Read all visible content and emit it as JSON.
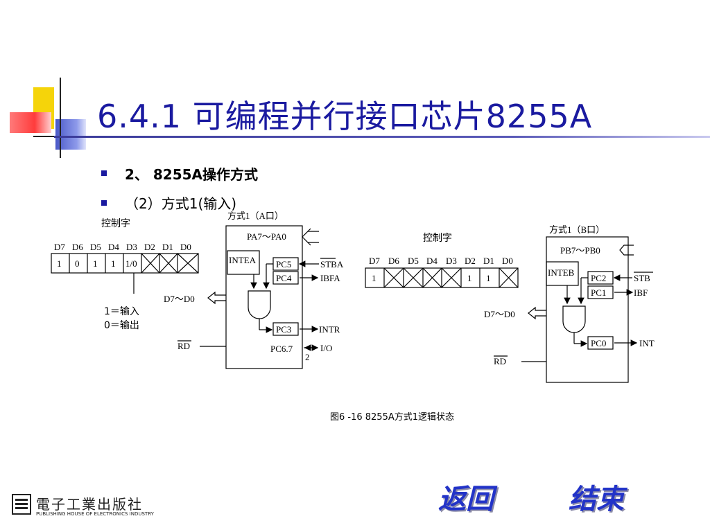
{
  "slide": {
    "title": "6.4.1  可编程并行接口芯片8255A",
    "bullets": [
      {
        "text": "2、 8255A操作方式"
      },
      {
        "text": "（2）方式1(输入)"
      }
    ]
  },
  "figure": {
    "caption": "图6 -16  8255A方式1逻辑状态",
    "left": {
      "control_word_label": "控制字",
      "bits_header": [
        "D7",
        "D6",
        "D5",
        "D4",
        "D3",
        "D2",
        "D1",
        "D0"
      ],
      "bits_values": [
        "1",
        "0",
        "1",
        "1",
        "1/0",
        "",
        "",
        ""
      ],
      "legend_1": "1＝输入",
      "legend_0": "0＝输出",
      "mode_label": "方式1（A口）",
      "port_label": "PA7～PA0",
      "inte_label": "INTEA",
      "pc5": "PC5",
      "pc4": "PC4",
      "pc3": "PC3",
      "pc67": "PC6.7",
      "stb": "STBA",
      "ibf": "IBFA",
      "intr": "INTR",
      "io": "I/O",
      "io_count": "2",
      "data_bus": "D7～D0",
      "rd": "RD"
    },
    "right": {
      "control_word_label": "控制字",
      "bits_header": [
        "D7",
        "D6",
        "D5",
        "D4",
        "D3",
        "D2",
        "D1",
        "D0"
      ],
      "bits_values": [
        "1",
        "",
        "",
        "",
        "",
        "1",
        "1",
        ""
      ],
      "mode_label": "方式1（B口）",
      "port_label": "PB7～PB0",
      "inte_label": "INTEB",
      "pc2": "PC2",
      "pc1": "PC1",
      "pc0": "PC0",
      "stb": "STB",
      "ibf": "IBF",
      "intr": "INT",
      "data_bus": "D7～D0",
      "rd": "RD"
    }
  },
  "footer": {
    "publisher_cn": "電子工業出版社",
    "publisher_en": "PUBLISHING HOUSE OF ELECTRONICS INDUSTRY",
    "nav_back": "返回",
    "nav_end": "结束"
  },
  "colors": {
    "title": "#1a1aa0",
    "nav": "#2233c8"
  }
}
